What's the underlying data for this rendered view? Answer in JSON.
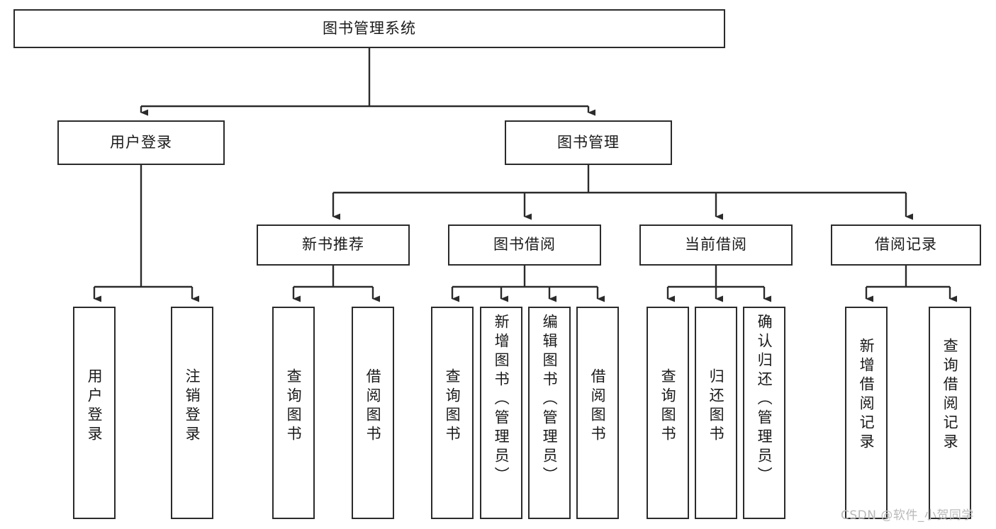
{
  "diagram": {
    "title": "图书管理系统",
    "type": "tree-hierarchy-function-structure",
    "watermark": "CSDN @软件_小贺同学",
    "colors": {
      "box_border": "#2b2b2b",
      "box_fill": "#ffffff",
      "edge": "#2b2b2b",
      "text": "#1a1a1a",
      "watermark": "#b9b9b9"
    },
    "nodes": {
      "root": {
        "label": "图书管理系统"
      },
      "level2": [
        {
          "id": "user-login",
          "label": "用户登录"
        },
        {
          "id": "book-management",
          "label": "图书管理"
        }
      ],
      "level3": [
        {
          "id": "new-book-recommend",
          "label": "新书推荐"
        },
        {
          "id": "book-borrow",
          "label": "图书借阅"
        },
        {
          "id": "current-borrow",
          "label": "当前借阅"
        },
        {
          "id": "borrow-record",
          "label": "借阅记录"
        }
      ],
      "leaves": {
        "user_login": [
          {
            "id": "leaf-user-login",
            "label": "用户登录"
          },
          {
            "id": "leaf-logout-login",
            "label": "注销登录"
          }
        ],
        "new_book_recommend": [
          {
            "id": "leaf-query-book-1",
            "label": "查询图书"
          },
          {
            "id": "leaf-borrow-book-1",
            "label": "借阅图书"
          }
        ],
        "book_borrow": [
          {
            "id": "leaf-query-book-2",
            "label": "查询图书"
          },
          {
            "id": "leaf-add-book",
            "label": "新增图书（管理员）"
          },
          {
            "id": "leaf-edit-book",
            "label": "编辑图书（管理员）"
          },
          {
            "id": "leaf-borrow-book-2",
            "label": "借阅图书"
          }
        ],
        "current_borrow": [
          {
            "id": "leaf-query-book-3",
            "label": "查询图书"
          },
          {
            "id": "leaf-return-book",
            "label": "归还图书"
          },
          {
            "id": "leaf-confirm-return",
            "label": "确认归还（管理员）"
          }
        ],
        "borrow_record": [
          {
            "id": "leaf-add-record",
            "label": "新增借阅记录"
          },
          {
            "id": "leaf-query-record",
            "label": "查询借阅记录"
          }
        ]
      }
    }
  }
}
